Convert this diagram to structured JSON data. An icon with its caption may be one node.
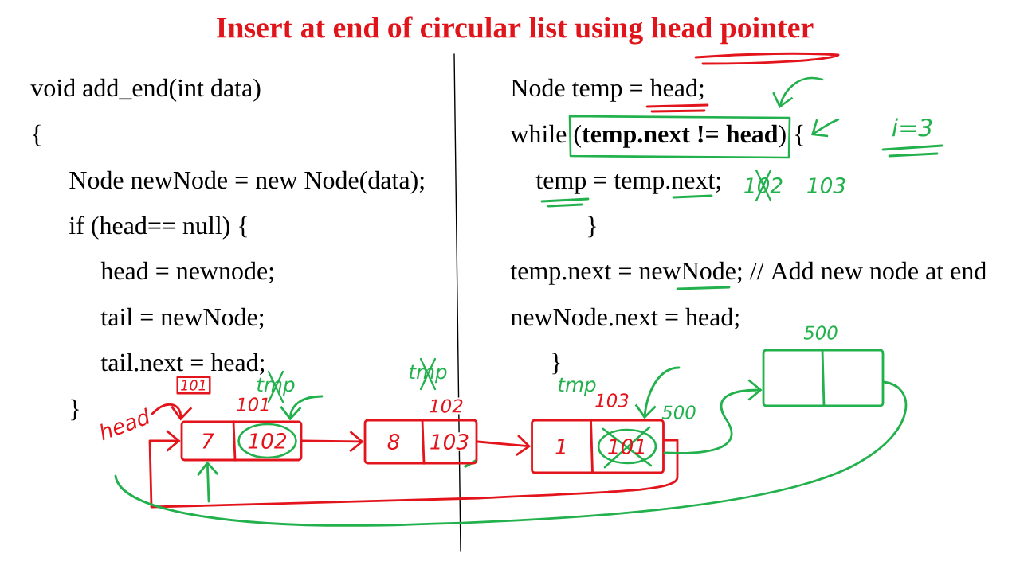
{
  "diagram": {
    "title": "Insert at end of circular list using head pointer",
    "nodes": [
      {
        "text": [
          "head"
        ]
      },
      {
        "text": [
          "101"
        ]
      },
      {
        "text": [
          "7",
          "102"
        ],
        "beside": [
          "101"
        ]
      },
      {
        "text": [
          "8",
          "103"
        ],
        "beside": [
          "102"
        ]
      },
      {
        "text": [
          "1",
          "101"
        ],
        "beside": [
          "103",
          "500"
        ]
      },
      {
        "text": [],
        "shape": "box",
        "beside": [
          "500"
        ]
      }
    ],
    "edges": [
      {
        "from": 0,
        "to": 2,
        "arrow": "to",
        "color": "#e3141b"
      },
      {
        "from": 2,
        "to": 3,
        "arrow": "to",
        "color": "#e3141b"
      },
      {
        "from": 3,
        "to": 4,
        "arrow": "to",
        "color": "#e3141b"
      },
      {
        "from": 4,
        "to": 2,
        "arrow": "to",
        "color": "#e3141b"
      },
      {
        "from": 4,
        "to": 5,
        "arrow": "to"
      },
      {
        "from": 5,
        "to": null,
        "arrow": "none"
      },
      {
        "from": null,
        "to": 2,
        "arrow": "to"
      },
      {
        "from": null,
        "to": 2,
        "arrow": "to"
      },
      {
        "from": null,
        "to": 4,
        "arrow": "to"
      }
    ],
    "labels": [
      "void add_end(int data)",
      "{",
      "Node newNode = new Node(data);",
      "if (head== null) {",
      "head = newnode;",
      "tail = newNode;",
      "tail.next = head;",
      "}",
      "Node temp = head;",
      "while (**temp.next != head**) {",
      "temp = temp.next;",
      "}",
      "temp.next = newNode; // Add new node at end",
      "newNode.next = head;",
      "}",
      "i=3",
      "102",
      "103",
      "tmp",
      "tmp",
      "tmp"
    ]
  }
}
